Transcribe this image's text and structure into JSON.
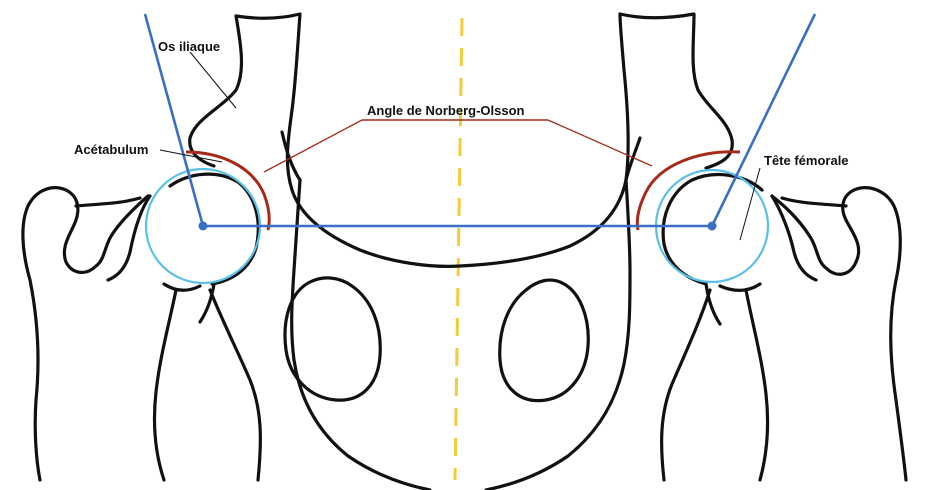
{
  "labels": {
    "os_iliaque": "Os iliaque",
    "acetabulum": "Acétabulum",
    "angle": "Angle de Norberg-Olsson",
    "tete_femorale": "Tête fémorale"
  },
  "colors": {
    "outline": "#111111",
    "axis_line": "#3a6fc4",
    "femoral_head_circle": "#5bc0e8",
    "acetabulum_arc": "#a52a1a",
    "midline": "#f2cc3a"
  }
}
